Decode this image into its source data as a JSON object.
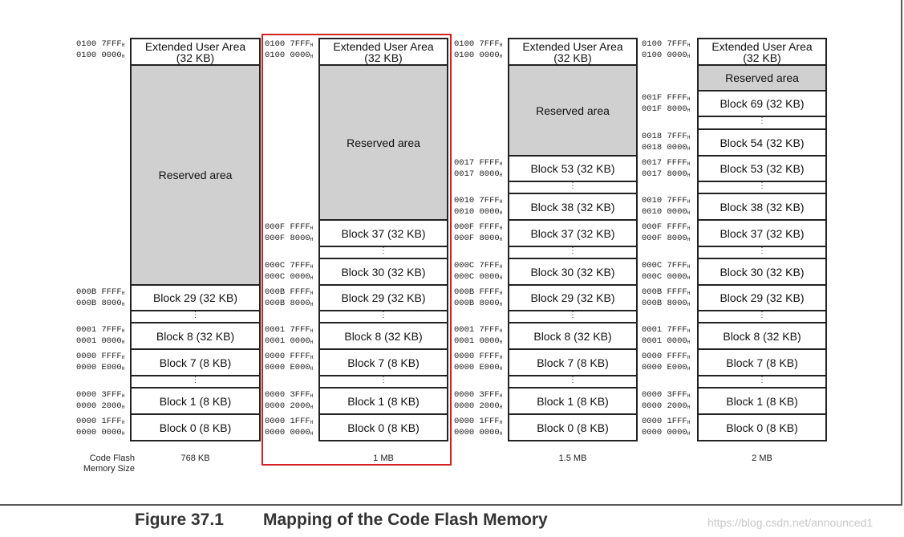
{
  "columns": [
    {
      "id": "768kb",
      "size_label": "768 KB",
      "rows": [
        {
          "addr_top": "0100 7FFF",
          "addr_bot": "0100 0000",
          "label": "Extended User Area\n(32 KB)"
        },
        {
          "label": "Reserved area",
          "gray": true
        },
        {
          "addr_top": "000B FFFF",
          "addr_bot": "000B 8000",
          "label": "Block 29 (32 KB)"
        },
        {
          "label": "⋮",
          "dots": true
        },
        {
          "addr_top": "0001 7FFF",
          "addr_bot": "0001 0000",
          "label": "Block 8 (32 KB)"
        },
        {
          "addr_top": "0000 FFFF",
          "addr_bot": "0000 E000",
          "label": "Block 7 (8 KB)"
        },
        {
          "label": "⋮",
          "dots": true
        },
        {
          "addr_top": "0000 3FFF",
          "addr_bot": "0000 2000",
          "label": "Block 1 (8 KB)"
        },
        {
          "addr_top": "0000 1FFF",
          "addr_bot": "0000 0000",
          "label": "Block 0 (8 KB)"
        }
      ]
    },
    {
      "id": "1mb",
      "size_label": "1 MB",
      "rows": [
        {
          "addr_top": "0100 7FFF",
          "addr_bot": "0100 0000",
          "label": "Extended User Area\n(32 KB)"
        },
        {
          "label": "Reserved area",
          "gray": true
        },
        {
          "addr_top": "000F FFFF",
          "addr_bot": "000F 8000",
          "label": "Block 37 (32 KB)"
        },
        {
          "label": "⋮",
          "dots": true
        },
        {
          "addr_top": "000C 7FFF",
          "addr_bot": "000C 0000",
          "label": "Block 30 (32 KB)"
        },
        {
          "addr_top": "000B FFFF",
          "addr_bot": "000B 8000",
          "label": "Block 29 (32 KB)"
        },
        {
          "label": "⋮",
          "dots": true
        },
        {
          "addr_top": "0001 7FFF",
          "addr_bot": "0001 0000",
          "label": "Block 8 (32 KB)"
        },
        {
          "addr_top": "0000 FFFF",
          "addr_bot": "0000 E000",
          "label": "Block 7 (8 KB)"
        },
        {
          "label": "⋮",
          "dots": true
        },
        {
          "addr_top": "0000 3FFF",
          "addr_bot": "0000 2000",
          "label": "Block 1 (8 KB)"
        },
        {
          "addr_top": "0000 1FFF",
          "addr_bot": "0000 0000",
          "label": "Block 0 (8 KB)"
        }
      ]
    },
    {
      "id": "1_5mb",
      "size_label": "1.5 MB",
      "rows": [
        {
          "addr_top": "0100 7FFF",
          "addr_bot": "0100 0000",
          "label": "Extended User Area\n(32 KB)"
        },
        {
          "label": "Reserved area",
          "gray": true
        },
        {
          "addr_top": "0017 FFFF",
          "addr_bot": "0017 8000",
          "label": "Block 53 (32 KB)"
        },
        {
          "label": "⋮",
          "dots": true
        },
        {
          "addr_top": "0010 7FFF",
          "addr_bot": "0010 0000",
          "label": "Block 38 (32 KB)"
        },
        {
          "addr_top": "000F FFFF",
          "addr_bot": "000F 8000",
          "label": "Block 37 (32 KB)"
        },
        {
          "label": "⋮",
          "dots": true
        },
        {
          "addr_top": "000C 7FFF",
          "addr_bot": "000C 0000",
          "label": "Block 30 (32 KB)"
        },
        {
          "addr_top": "000B FFFF",
          "addr_bot": "000B 8000",
          "label": "Block 29 (32 KB)"
        },
        {
          "label": "⋮",
          "dots": true
        },
        {
          "addr_top": "0001 7FFF",
          "addr_bot": "0001 0000",
          "label": "Block 8 (32 KB)"
        },
        {
          "addr_top": "0000 FFFF",
          "addr_bot": "0000 E000",
          "label": "Block 7 (8 KB)"
        },
        {
          "label": "⋮",
          "dots": true
        },
        {
          "addr_top": "0000 3FFF",
          "addr_bot": "0000 2000",
          "label": "Block 1 (8 KB)"
        },
        {
          "addr_top": "0000 1FFF",
          "addr_bot": "0000 0000",
          "label": "Block 0 (8 KB)"
        }
      ]
    },
    {
      "id": "2mb",
      "size_label": "2 MB",
      "rows": [
        {
          "addr_top": "0100 7FFF",
          "addr_bot": "0100 0000",
          "label": "Extended User Area\n(32 KB)"
        },
        {
          "label": "Reserved area",
          "gray": true
        },
        {
          "addr_top": "001F FFFF",
          "addr_bot": "001F 8000",
          "label": "Block 69 (32 KB)"
        },
        {
          "label": "⋮",
          "dots": true
        },
        {
          "addr_top": "0018 7FFF",
          "addr_bot": "0018 0000",
          "label": "Block 54 (32 KB)"
        },
        {
          "addr_top": "0017 FFFF",
          "addr_bot": "0017 8000",
          "label": "Block 53 (32 KB)"
        },
        {
          "label": "⋮",
          "dots": true
        },
        {
          "addr_top": "0010 7FFF",
          "addr_bot": "0010 0000",
          "label": "Block 38 (32 KB)"
        },
        {
          "addr_top": "000F FFFF",
          "addr_bot": "000F 8000",
          "label": "Block 37 (32 KB)"
        },
        {
          "label": "⋮",
          "dots": true
        },
        {
          "addr_top": "000C 7FFF",
          "addr_bot": "000C 0000",
          "label": "Block 30 (32 KB)"
        },
        {
          "addr_top": "000B FFFF",
          "addr_bot": "000B 8000",
          "label": "Block 29 (32 KB)"
        },
        {
          "label": "⋮",
          "dots": true
        },
        {
          "addr_top": "0001 7FFF",
          "addr_bot": "0001 0000",
          "label": "Block 8 (32 KB)"
        },
        {
          "addr_top": "0000 FFFF",
          "addr_bot": "0000 E000",
          "label": "Block 7 (8 KB)"
        },
        {
          "label": "⋮",
          "dots": true
        },
        {
          "addr_top": "0000 3FFF",
          "addr_bot": "0000 2000",
          "label": "Block 1 (8 KB)"
        },
        {
          "addr_top": "0000 1FFF",
          "addr_bot": "0000 0000",
          "label": "Block 0 (8 KB)"
        }
      ]
    }
  ],
  "addr_suffix": "H",
  "code_flash_label": "Code Flash\nMemory Size",
  "figure": {
    "number": "Figure 37.1",
    "title": "Mapping of the Code Flash Memory"
  },
  "watermark": "https://blog.csdn.net/announced1",
  "colors": {
    "reserved_fill": "#d0d0d0",
    "highlight_border": "#d42020"
  }
}
